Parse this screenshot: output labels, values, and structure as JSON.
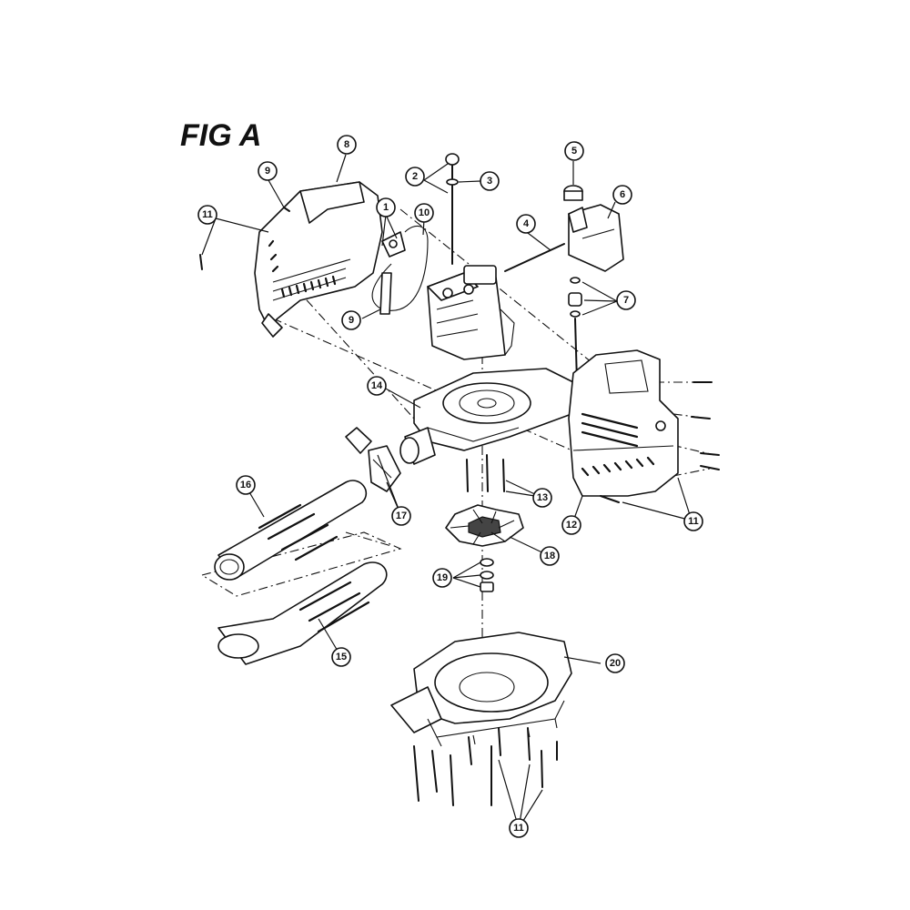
{
  "figure": {
    "title": "FIG A"
  },
  "callouts": {
    "c1": "1",
    "c2": "2",
    "c3": "3",
    "c4": "4",
    "c5": "5",
    "c6": "6",
    "c7": "7",
    "c8": "8",
    "c9a": "9",
    "c9b": "9",
    "c10": "10",
    "c11a": "11",
    "c11b": "11",
    "c11c": "11",
    "c12": "12",
    "c13": "13",
    "c14": "14",
    "c15": "15",
    "c16": "16",
    "c17": "17",
    "c18": "18",
    "c19": "19",
    "c20": "20"
  }
}
